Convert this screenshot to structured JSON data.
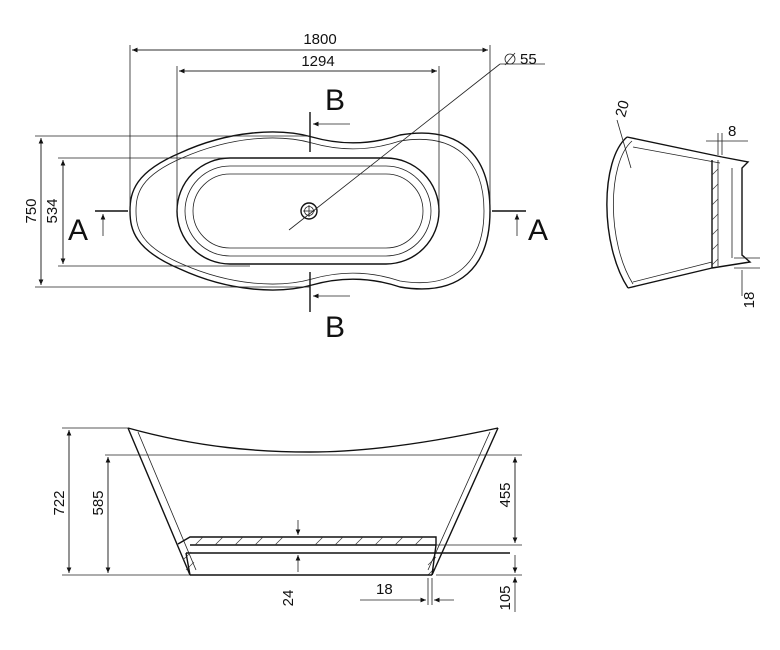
{
  "colors": {
    "line": "#111111",
    "background": "#ffffff"
  },
  "top_view": {
    "dim_overall_length": "1800",
    "dim_inner_length": "1294",
    "dim_drain": "55",
    "dim_overall_width": "750",
    "dim_inner_width": "534",
    "section_a_left": "A",
    "section_a_right": "A",
    "section_b_top": "B",
    "section_b_bottom": "B"
  },
  "side_view": {
    "dim_height": "722",
    "dim_inner_depth": "585",
    "dim_depth": "455",
    "dim_base_thickness": "24",
    "dim_wall": "18",
    "dim_plinth": "105"
  },
  "end_section": {
    "dim_rim": "20",
    "dim_wall": "8",
    "dim_bottom": "18"
  }
}
